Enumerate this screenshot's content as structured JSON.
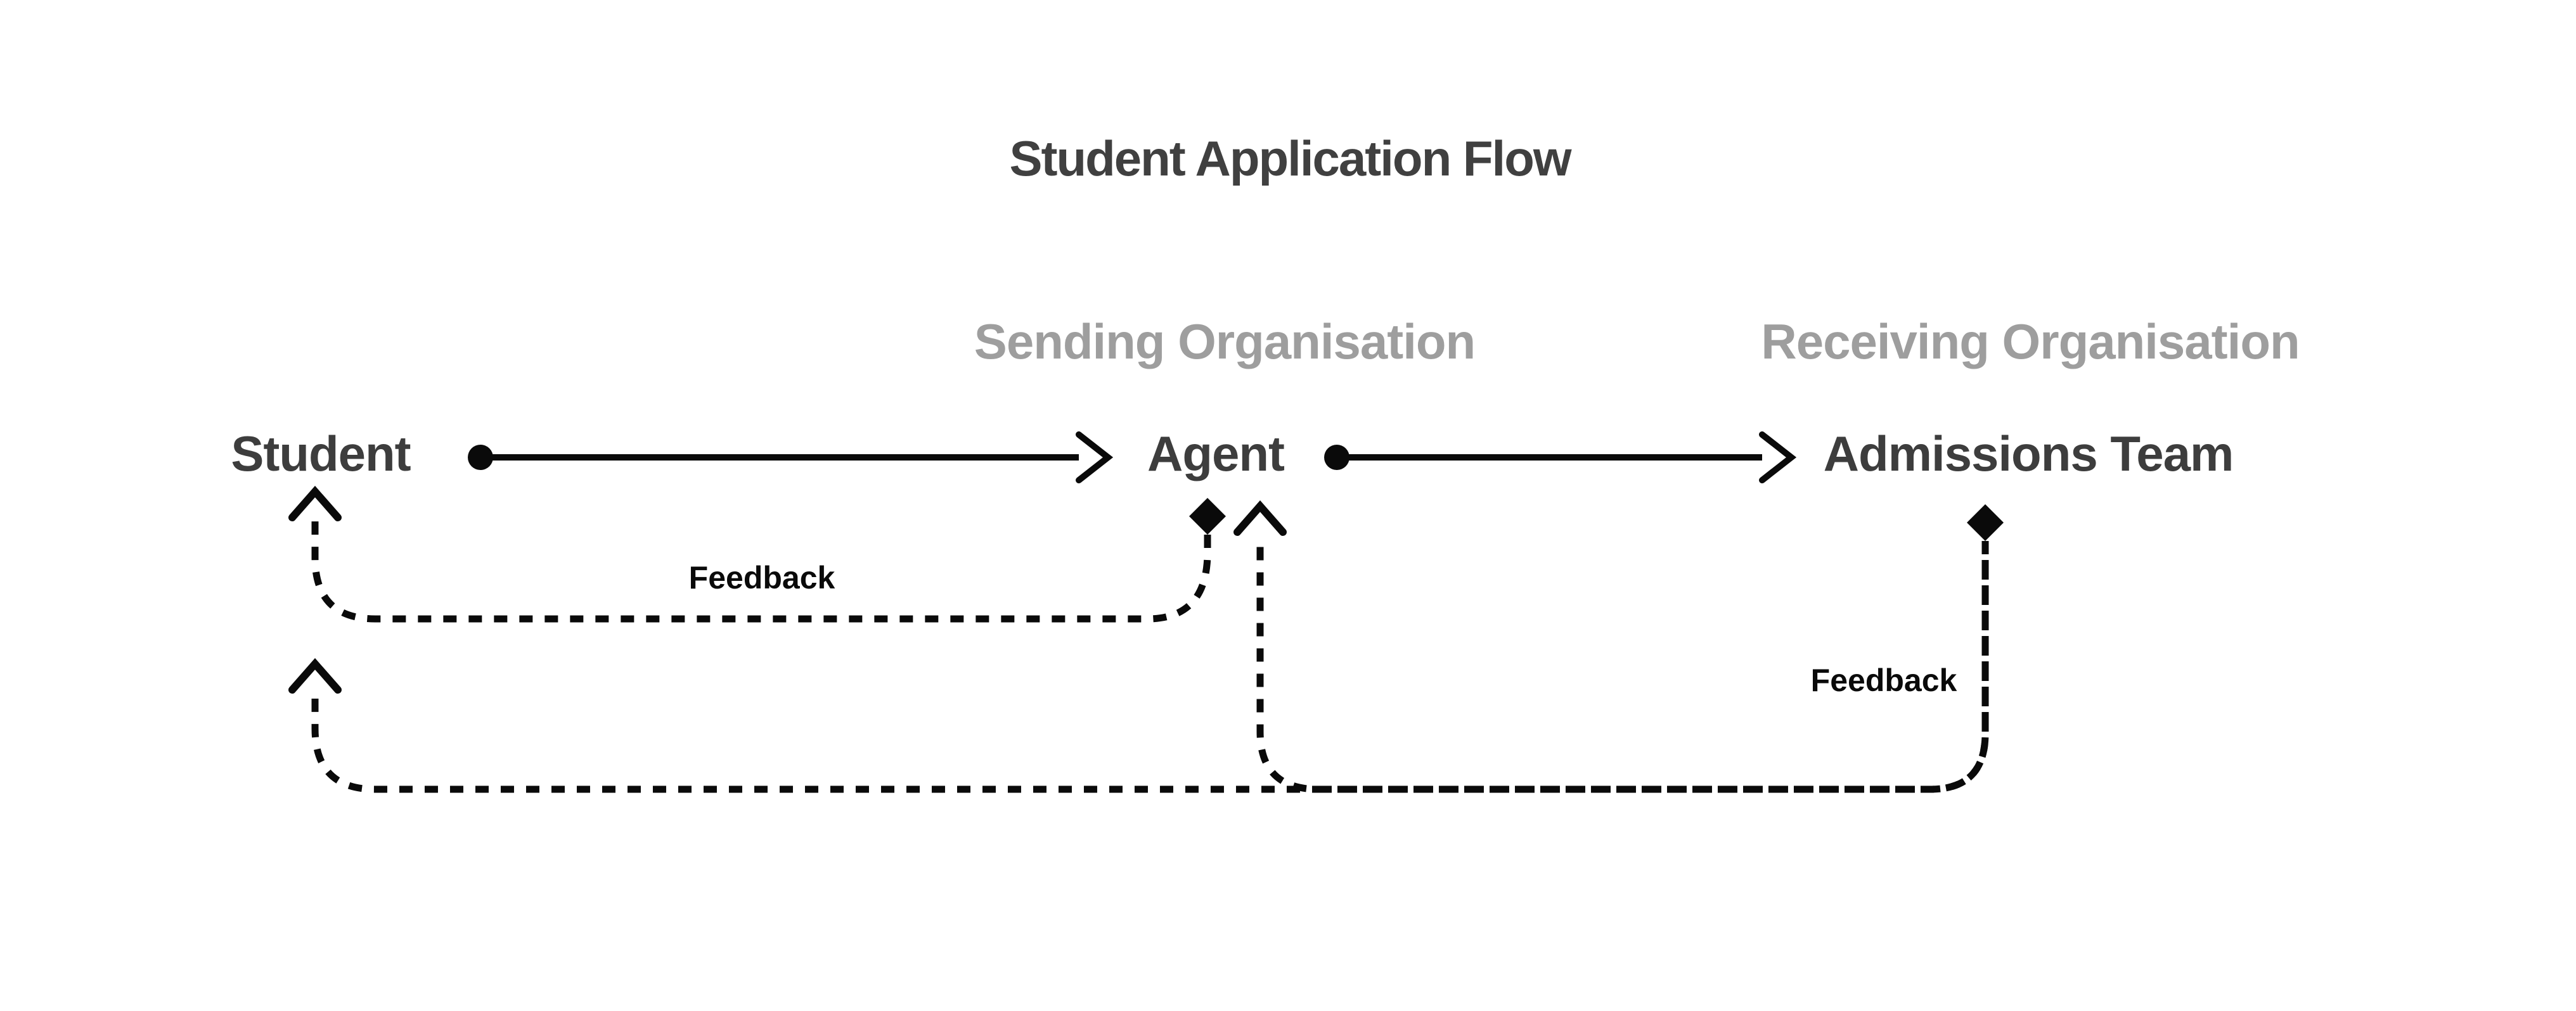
{
  "title": "Student Application Flow",
  "org_labels": {
    "sending": "Sending Organisation",
    "receiving": "Receiving Organisation"
  },
  "nodes": {
    "student": "Student",
    "agent": "Agent",
    "admissions_team": "Admissions Team"
  },
  "edge_labels": {
    "agent_to_student_feedback": "Feedback",
    "admissions_to_agent_feedback": "Feedback"
  },
  "colors": {
    "background": "#ffffff",
    "title_text": "#404040",
    "node_text": "#3d3d3d",
    "muted_group_text": "#9e9e9e",
    "line": "#0a0a0a"
  }
}
